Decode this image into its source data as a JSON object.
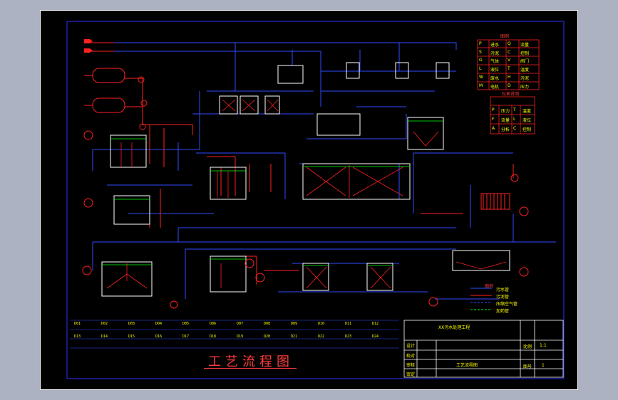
{
  "drawing_title": "工艺流程图",
  "legend": {
    "heading": "图例",
    "rows": [
      [
        "P",
        "进水",
        "Q",
        "流量"
      ],
      [
        "S",
        "污泥",
        "C",
        "控制"
      ],
      [
        "G",
        "气体",
        "V",
        "阀门"
      ],
      [
        "L",
        "液位",
        "T",
        "温度"
      ],
      [
        "W",
        "废水",
        "H",
        "污泥"
      ],
      [
        "M",
        "电机",
        "D",
        "压力"
      ]
    ],
    "sub_heading": "仪表说明",
    "sub_rows": [
      [
        "P",
        "压力",
        "T",
        "温度"
      ],
      [
        "F",
        "流量",
        "L",
        "液位"
      ],
      [
        "A",
        "分析",
        "C",
        "控制"
      ]
    ]
  },
  "line_legend": {
    "heading": "图例",
    "items": [
      "污水管",
      "污泥管",
      "压缩空气管",
      "加药管"
    ]
  },
  "title_block": {
    "project": "XX污水处理工程",
    "drawing_name": "工艺流程图",
    "scale": "1:1",
    "sheet": "1",
    "labels": [
      "设计",
      "校对",
      "审核",
      "审定",
      "比例",
      "图号"
    ]
  },
  "equipment_row1": [
    "D01",
    "D02",
    "D03",
    "D04",
    "D05",
    "D06",
    "D07",
    "D08",
    "D09",
    "D10",
    "D11",
    "D12"
  ],
  "equipment_row2": [
    "D13",
    "D14",
    "D15",
    "D16",
    "D17",
    "D18",
    "D19",
    "D20",
    "D21",
    "D22",
    "D23",
    "D24"
  ]
}
